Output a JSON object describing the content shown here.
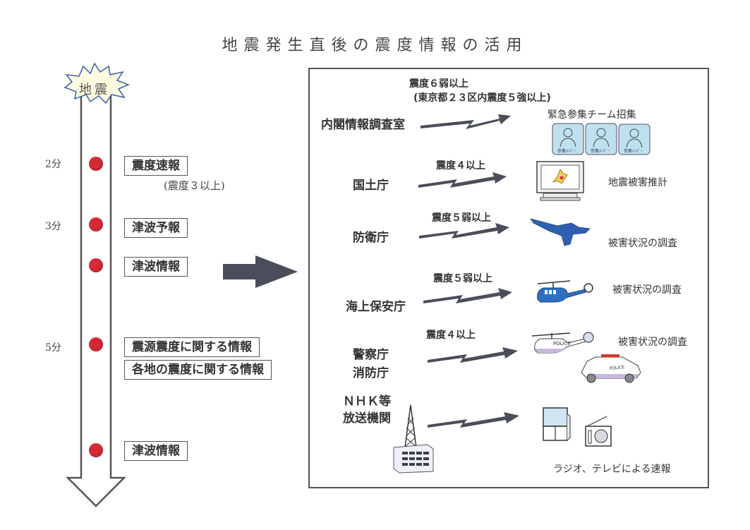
{
  "title": "地震発生直後の震度情報の活用",
  "timeline": {
    "start_label": "地震",
    "events": [
      {
        "minute": "2分",
        "label": "震度速報",
        "note": "(震度３以上)"
      },
      {
        "minute": "3分",
        "label": "津波予報"
      },
      {
        "minute": "",
        "label": "津波情報"
      },
      {
        "minute": "5分",
        "label": "震源震度に関する情報"
      },
      {
        "minute": "",
        "label": "各地の震度に関する情報"
      },
      {
        "minute": "",
        "label": "津波情報"
      }
    ]
  },
  "flow_arrow": "right-arrow",
  "agencies": [
    {
      "name": "内閣情報調査室",
      "condition": [
        "震度６弱以上",
        "(東京都２３区内震度５強以上)"
      ],
      "result": "緊急参集チーム招集",
      "icon": "emergency-team-members-icon",
      "icon_caption": "参集メンバー"
    },
    {
      "name": "国土庁",
      "condition": [
        "震度４以上"
      ],
      "result": "地震被害推計",
      "icon": "computer-monitor-map-icon"
    },
    {
      "name": "防衛庁",
      "condition": [
        "震度５弱以上"
      ],
      "result": "被害状況の調査",
      "icon": "jet-aircraft-icon"
    },
    {
      "name": "海上保安庁",
      "condition": [
        "震度５弱以上"
      ],
      "result": "被害状況の調査",
      "icon": "helicopter-icon"
    },
    {
      "name": [
        "警察庁",
        "消防庁"
      ],
      "condition": [
        "震度４以上"
      ],
      "result": "被害状況の調査",
      "icon": "police-helicopter-and-car-icon",
      "icon_text": "POLICE"
    },
    {
      "name": [
        "ＮＨＫ等",
        "放送機関"
      ],
      "condition": [],
      "result": "ラジオ、テレビによる速報",
      "icon": "broadcast-tower-tv-radio-icon"
    }
  ],
  "colors": {
    "dot": "#d42a36",
    "arrow": "#4a4d5a",
    "burst_fill": "#fffbe0",
    "burst_stroke": "#3b5fa8",
    "plane": "#2f5fb0",
    "icon_blue": "#bfe0ee"
  }
}
